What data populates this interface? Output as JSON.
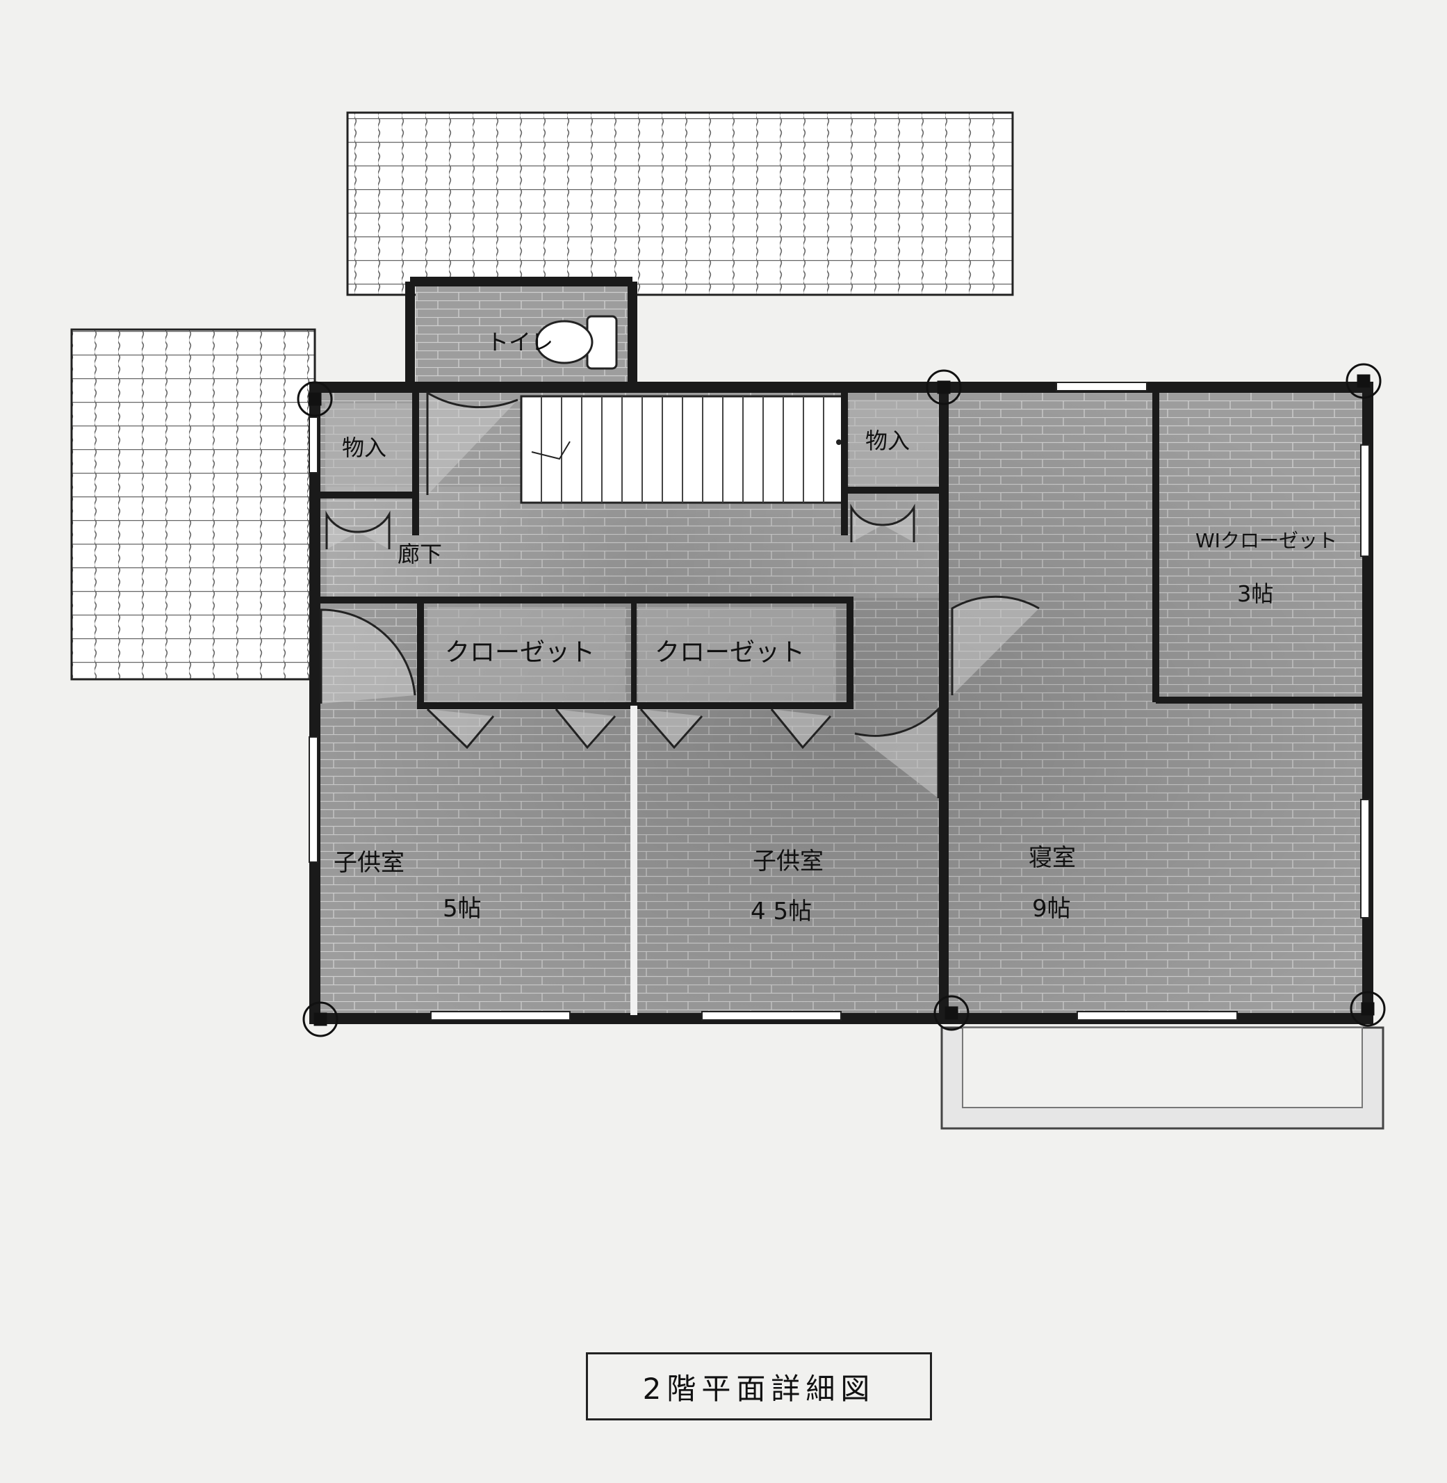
{
  "rooms": {
    "toilet": "トイレ",
    "storage_left": "物入",
    "storage_right": "物入",
    "hallway": "廊下",
    "closet_1": "クローゼット",
    "closet_2": "クローゼット",
    "wic": "WIクローゼット",
    "wic_size": "3帖",
    "child_room_1": "子供室",
    "child_room_1_size": "5帖",
    "child_room_2": "子供室",
    "child_room_2_size": "4 5帖",
    "bedroom": "寝室",
    "bedroom_size": "9帖"
  },
  "caption": "2階平面詳細図",
  "colors": {
    "paper": "#f1f1ef",
    "floor": "#9a9a9a",
    "wall": "#1a1a1a",
    "roof": "#ffffff"
  }
}
